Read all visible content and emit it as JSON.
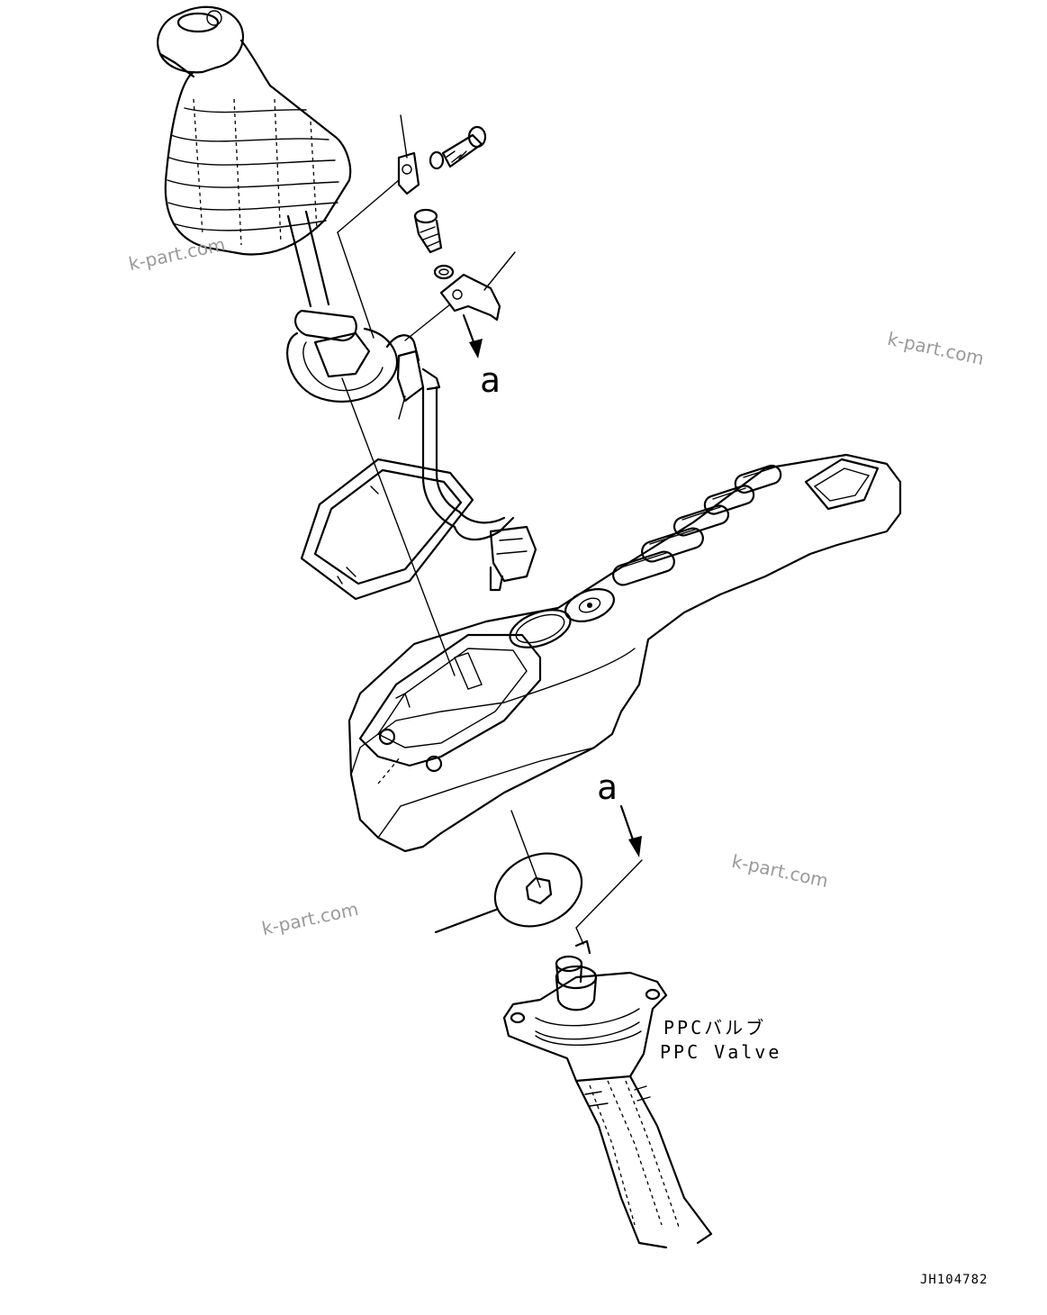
{
  "watermarks": [
    "k-part.com",
    "k-part.com",
    "k-part.com",
    "k-part.com"
  ],
  "view_ref_upper": "a",
  "view_ref_lower": "a",
  "ppc_valve_jp": "PPCバルブ",
  "ppc_valve_en": "PPC Valve",
  "drawing_code": "JH104782",
  "colors": {
    "line": "#000000",
    "watermark": "#9a9a9a",
    "background": "#ffffff"
  }
}
